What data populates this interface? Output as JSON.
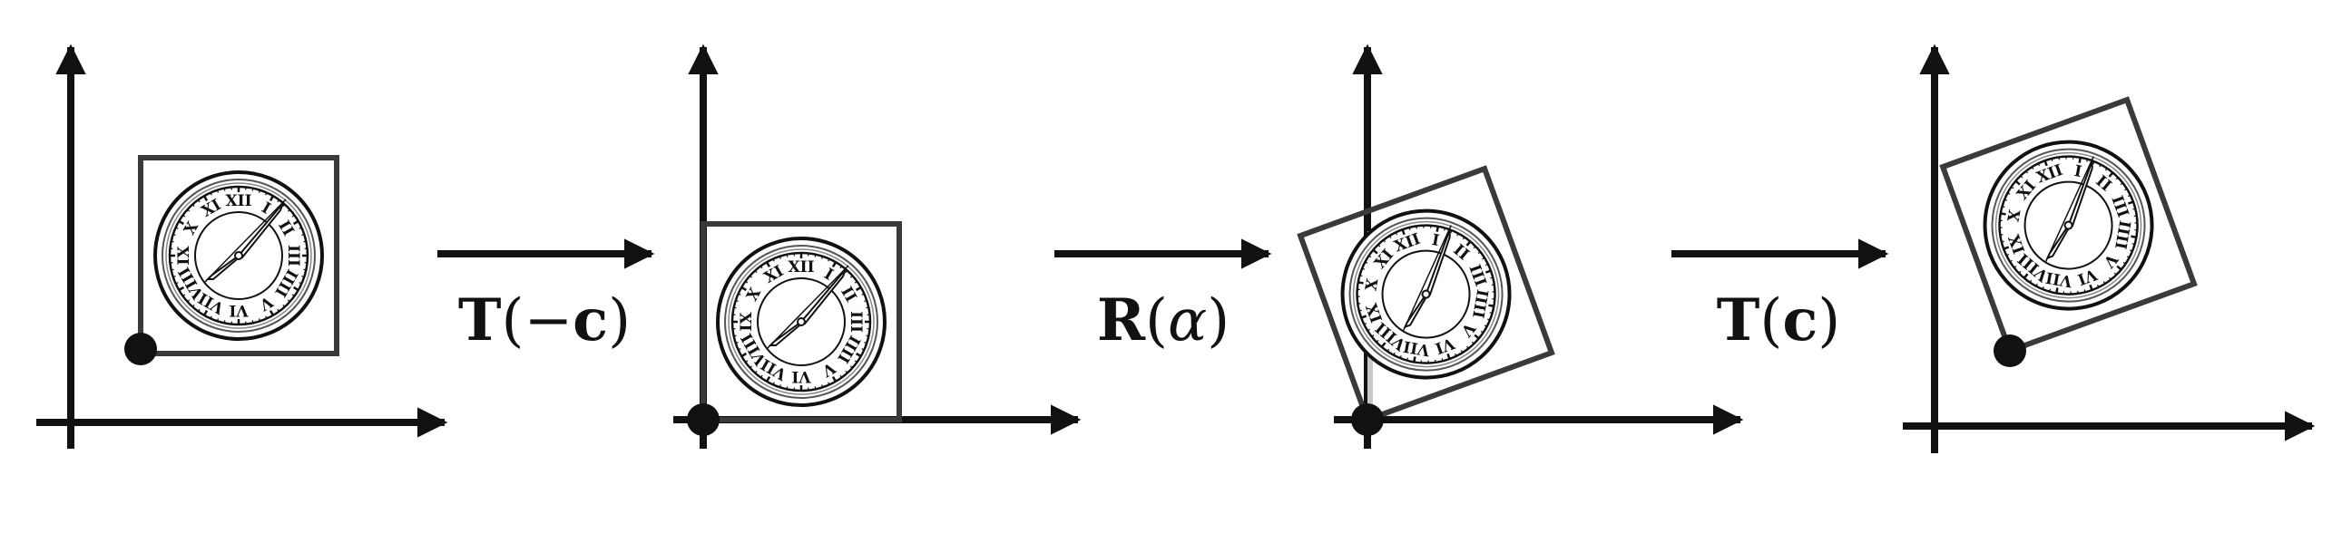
{
  "panels": [
    {
      "id": "original",
      "rotation_deg": 0
    },
    {
      "id": "translated-to-origin",
      "rotation_deg": 0
    },
    {
      "id": "rotated",
      "rotation_deg": -20
    },
    {
      "id": "translated-back",
      "rotation_deg": -20
    }
  ],
  "transforms": [
    {
      "func": "T",
      "arg_sign": "−",
      "arg": "c"
    },
    {
      "func": "R",
      "arg_sign": "",
      "arg": "α"
    },
    {
      "func": "T",
      "arg_sign": "",
      "arg": "c"
    }
  ],
  "clock": {
    "numerals": [
      "XII",
      "I",
      "II",
      "III",
      "IIII",
      "V",
      "VI",
      "VII",
      "VIII",
      "IX",
      "X",
      "XI"
    ]
  },
  "colors": {
    "ink": "#111111",
    "frame": "#3a3a3a",
    "ghost": "#c8c8c8"
  }
}
